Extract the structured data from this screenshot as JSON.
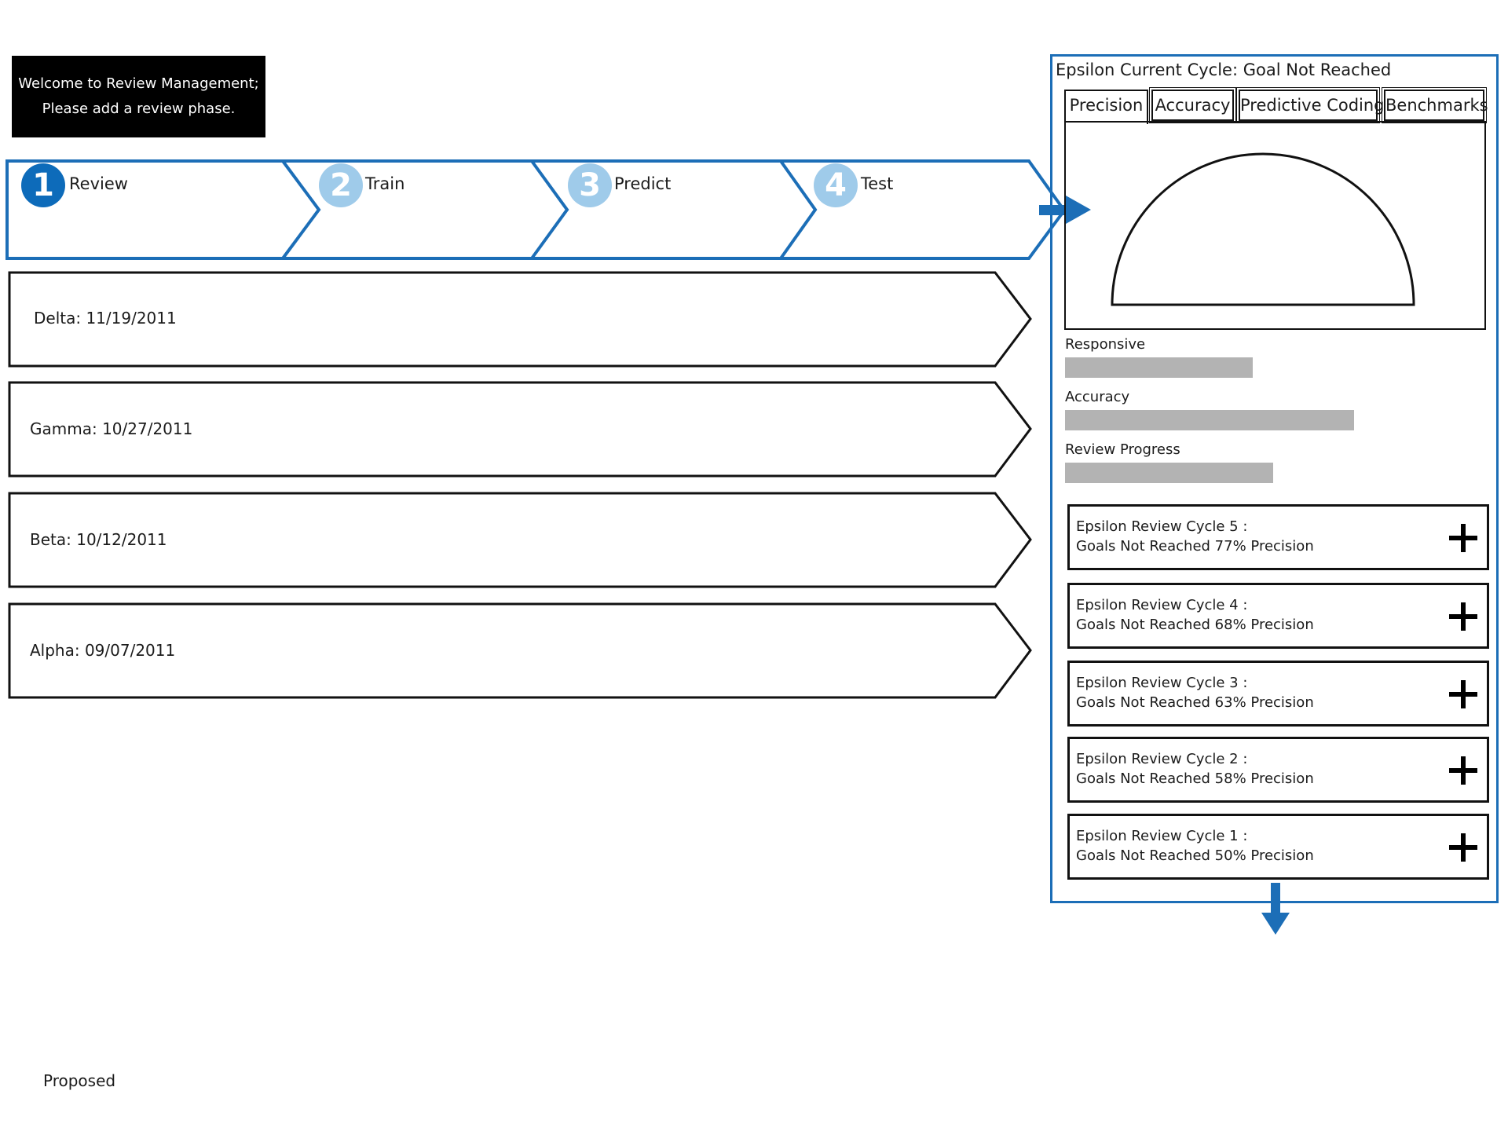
{
  "welcome": {
    "line1": "Welcome to Review Management;",
    "line2": "Please add a review phase."
  },
  "steps": [
    {
      "number": "1",
      "label": "Review",
      "state": "active"
    },
    {
      "number": "2",
      "label": "Train",
      "state": "inactive"
    },
    {
      "number": "3",
      "label": "Predict",
      "state": "inactive"
    },
    {
      "number": "4",
      "label": "Test",
      "state": "inactive"
    }
  ],
  "phases": [
    {
      "label": "Delta: 11/19/2011"
    },
    {
      "label": "Gamma: 10/27/2011"
    },
    {
      "label": "Beta: 10/12/2011"
    },
    {
      "label": "Alpha: 09/07/2011"
    }
  ],
  "panel": {
    "title": "Epsilon Current Cycle: Goal Not Reached",
    "tabs": [
      "Precision",
      "Accuracy",
      "Predictive Coding",
      "Benchmarks"
    ],
    "active_tab": "Precision",
    "metrics": [
      {
        "label": "Responsive",
        "fraction": 0.52
      },
      {
        "label": "Accuracy",
        "fraction": 0.8
      },
      {
        "label": "Review Progress",
        "fraction": 0.575
      }
    ],
    "cycles": [
      {
        "line1": "Epsilon  Review Cycle 5 :",
        "line2": "Goals Not Reached 77% Precision"
      },
      {
        "line1": "Epsilon  Review Cycle 4 :",
        "line2": "Goals Not Reached 68% Precision"
      },
      {
        "line1": "Epsilon  Review Cycle 3 :",
        "line2": "Goals Not Reached 63% Precision"
      },
      {
        "line1": "Epsilon  Review Cycle 2 :",
        "line2": "Goals Not Reached 58% Precision"
      },
      {
        "line1": "Epsilon  Review Cycle 1 :",
        "line2": "Goals Not Reached 50% Precision"
      }
    ]
  },
  "colors": {
    "accent": "#1c6eb7",
    "step_active": "#0d6bba",
    "step_inactive": "#9fcbea",
    "bar_fill": "#b3b3b3"
  },
  "icons": {
    "arrow_right": "arrow-right-icon",
    "arrow_down": "arrow-down-icon",
    "plus": "plus-icon",
    "gauge": "gauge-icon"
  },
  "footer": {
    "label": "Proposed"
  }
}
